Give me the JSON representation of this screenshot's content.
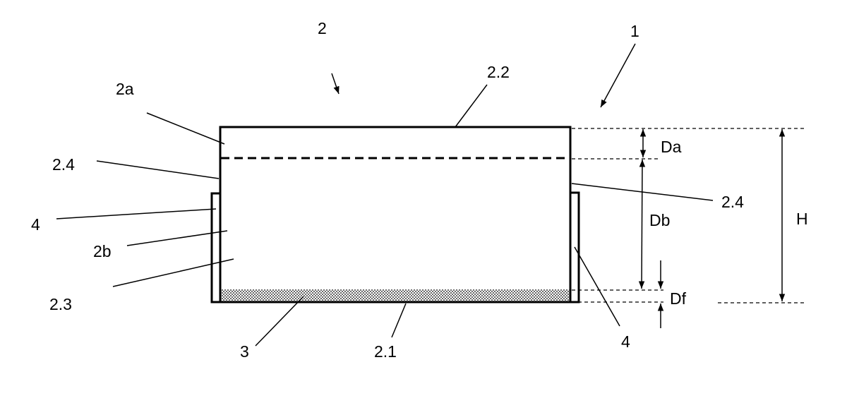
{
  "labels": {
    "ref_1": "1",
    "ref_2": "2",
    "ref_2_2": "2.2",
    "ref_2a": "2a",
    "ref_2_4_left": "2.4",
    "ref_4_left": "4",
    "ref_2b": "2b",
    "ref_2_3": "2.3",
    "ref_3": "3",
    "ref_2_1": "2.1",
    "ref_4_right": "4",
    "ref_2_4_right": "2.4",
    "dim_da": "Da",
    "dim_db": "Db",
    "dim_df": "Df",
    "dim_h": "H"
  }
}
